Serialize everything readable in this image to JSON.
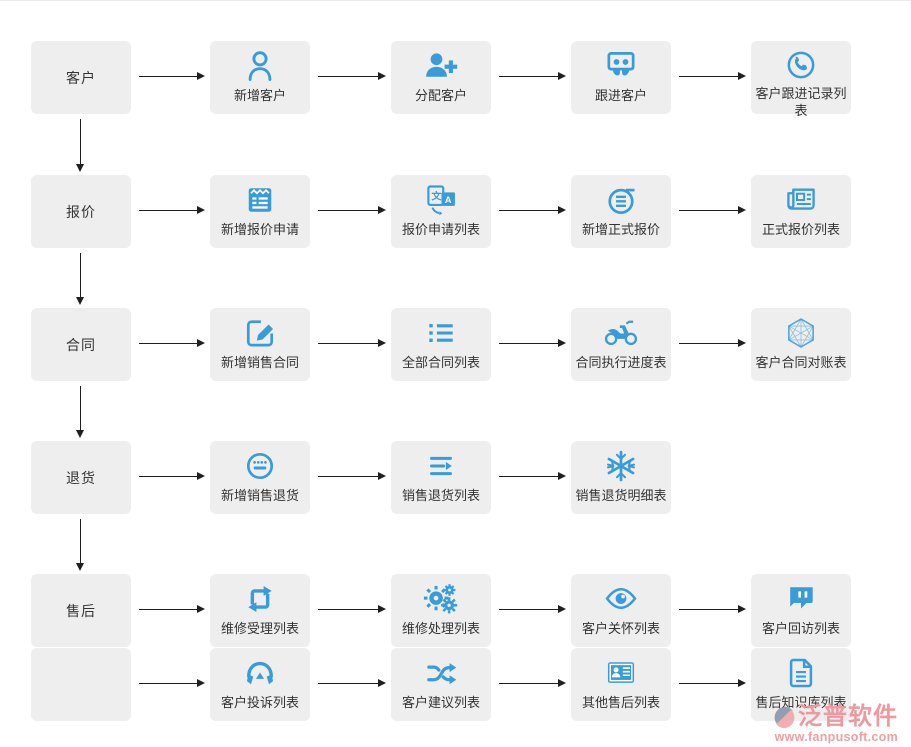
{
  "palette": {
    "icon_blue": "#399bd8",
    "box_bg": "#eeeeee",
    "label_color": "#333333",
    "arrow_color": "#1f1f1f",
    "watermark_pink": "#f0989d",
    "watermark_url_pink": "#efa0a0"
  },
  "watermark": {
    "brand": "泛普软件",
    "url": "www.fanpusoft.com"
  },
  "rows": [
    {
      "stage": {
        "label": "客户"
      },
      "connector_down": true,
      "steps": [
        {
          "label": "新增客户",
          "icon": "user-icon"
        },
        {
          "label": "分配客户",
          "icon": "user-plus-icon"
        },
        {
          "label": "跟进客户",
          "icon": "presentation-audience-icon"
        },
        {
          "label": "客户跟进记录列表",
          "icon": "phone-bubble-icon"
        }
      ]
    },
    {
      "stage": {
        "label": "报价"
      },
      "connector_down": true,
      "steps": [
        {
          "label": "新增报价申请",
          "icon": "note-list-icon"
        },
        {
          "label": "报价申请列表",
          "icon": "translate-icon"
        },
        {
          "label": "新增正式报价",
          "icon": "coil-circle-icon"
        },
        {
          "label": "正式报价列表",
          "icon": "newspaper-icon"
        }
      ]
    },
    {
      "stage": {
        "label": "合同"
      },
      "connector_down": true,
      "steps": [
        {
          "label": "新增销售合同",
          "icon": "edit-icon"
        },
        {
          "label": "全部合同列表",
          "icon": "list-icon"
        },
        {
          "label": "合同执行进度表",
          "icon": "motorcycle-icon"
        },
        {
          "label": "客户合同对账表",
          "icon": "hexagon-wireframe-icon"
        }
      ]
    },
    {
      "stage": {
        "label": "退货"
      },
      "connector_down": true,
      "steps": [
        {
          "label": "新增销售退货",
          "icon": "keyboard-circle-icon"
        },
        {
          "label": "销售退货列表",
          "icon": "lines-arrow-icon"
        },
        {
          "label": "销售退货明细表",
          "icon": "snowflake-icon"
        }
      ]
    },
    {
      "stage": {
        "label": "售后"
      },
      "connector_down": false,
      "steps": [
        {
          "label": "维修受理列表",
          "icon": "retweet-icon"
        },
        {
          "label": "维修处理列表",
          "icon": "gears-icon"
        },
        {
          "label": "客户关怀列表",
          "icon": "eye-icon"
        },
        {
          "label": "客户回访列表",
          "icon": "chat-bubble-icon"
        }
      ]
    },
    {
      "stage": {
        "label": ""
      },
      "connector_down": false,
      "steps": [
        {
          "label": "客户投诉列表",
          "icon": "headphones-icon"
        },
        {
          "label": "客户建议列表",
          "icon": "shuffle-icon"
        },
        {
          "label": "其他售后列表",
          "icon": "id-card-icon"
        },
        {
          "label": "售后知识库列表",
          "icon": "file-text-icon"
        }
      ]
    }
  ]
}
